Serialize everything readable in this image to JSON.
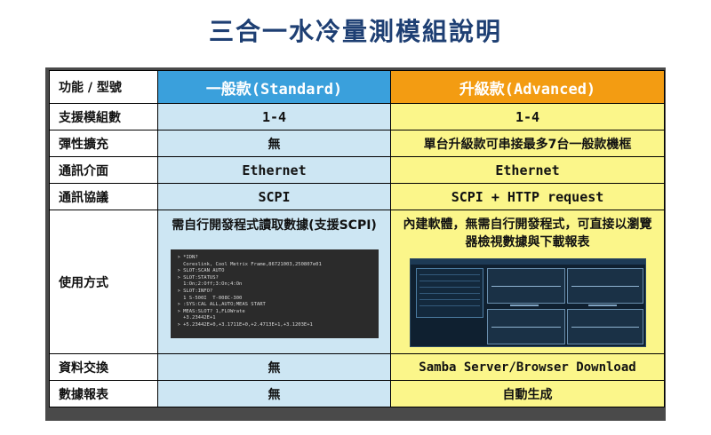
{
  "title": "三合一水冷量測模組說明",
  "header": {
    "label": "功能 / 型號",
    "standard": "一般款(Standard)",
    "advanced": "升級款(Advanced)"
  },
  "rows": {
    "modules": {
      "label": "支援模組數",
      "standard": "1-4",
      "advanced": "1-4"
    },
    "expansion": {
      "label": "彈性擴充",
      "standard": "無",
      "advanced": "單台升級款可串接最多7台一般款機框"
    },
    "interface": {
      "label": "通訊介面",
      "standard": "Ethernet",
      "advanced": "Ethernet"
    },
    "protocol": {
      "label": "通訊協議",
      "standard": "SCPI",
      "advanced": "SCPI + HTTP request"
    },
    "usage": {
      "label": "使用方式",
      "standard": "需自行開發程式讀取數據(支援SCPI)",
      "advanced": "內建軟體，無需自行開發程式，可直接以瀏覽器檢視數據與下載報表"
    },
    "exchange": {
      "label": "資料交換",
      "standard": "無",
      "advanced": "Samba Server/Browser Download"
    },
    "report": {
      "label": "數據報表",
      "standard": "無",
      "advanced": "自動生成"
    }
  },
  "colors": {
    "title": "#1e3f73",
    "standard_header": "#3aa0dc",
    "advanced_header": "#f39c12",
    "standard_cell": "#cde6f3",
    "advanced_cell": "#fbf68a"
  },
  "icons": {
    "terminal": "terminal-screenshot",
    "browser": "browser-dashboard-screenshot"
  }
}
